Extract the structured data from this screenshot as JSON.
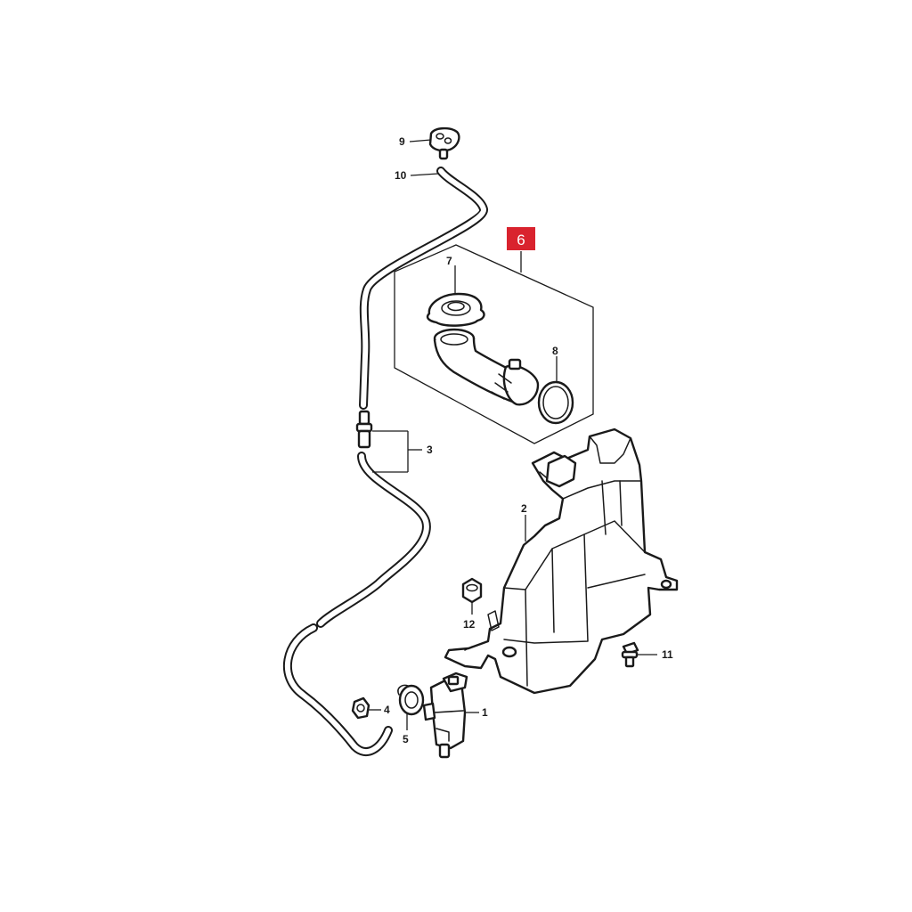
{
  "diagram": {
    "callouts": {
      "c1": "1",
      "c2": "2",
      "c3": "3",
      "c4": "4",
      "c5": "5",
      "c6": "6",
      "c7": "7",
      "c8": "8",
      "c9": "9",
      "c10": "10",
      "c11": "11",
      "c12": "12"
    },
    "colors": {
      "line": "#1a1a1a",
      "highlight": "#d9232e",
      "background": "#ffffff"
    }
  }
}
